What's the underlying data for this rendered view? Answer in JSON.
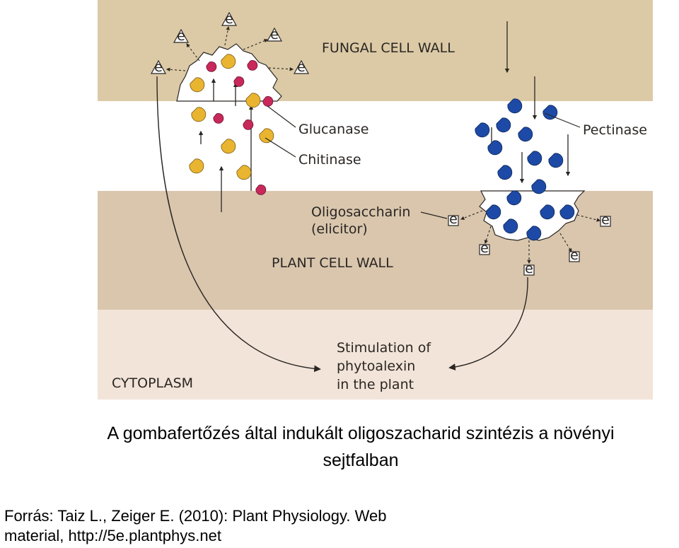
{
  "figure": {
    "labels": {
      "fungal_cell_wall": "FUNGAL CELL WALL",
      "glucanase": "Glucanase",
      "chitinase": "Chitinase",
      "pectinase": "Pectinase",
      "oligosaccharin_line1": "Oligosaccharin",
      "oligosaccharin_line2": "(elicitor)",
      "plant_cell_wall": "PLANT CELL WALL",
      "stimulation_line1": "Stimulation of",
      "stimulation_line2": "phytoalexin",
      "stimulation_line3": "in the plant",
      "cytoplasm": "CYTOPLASM",
      "elicitor_symbol": "e"
    },
    "colors": {
      "fungal_wall": "#dccaa6",
      "gap": "#ffffff",
      "plant_wall": "#d9c6ad",
      "cytoplasm": "#f2e4d8",
      "glucanase": "#c8285a",
      "chitinase": "#e9b530",
      "pectinase": "#1d4aa6",
      "text": "#2a2623"
    }
  },
  "caption": {
    "title_line1": "A gombafertőzés által indukált oligoszacharid szintézis a növényi",
    "title_line2": "sejtfalban",
    "source_line1": "Forrás: Taiz L., Zeiger E. (2010): Plant Physiology. Web",
    "source_line2": "material, http://5e.plantphys.net"
  }
}
